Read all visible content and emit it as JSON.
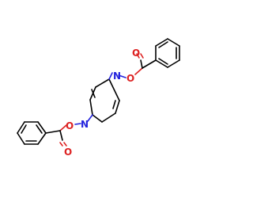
{
  "molecule": {
    "atoms": {
      "n_top": "N",
      "o_top_ester": "O",
      "o_top_carbonyl": "O",
      "n_bottom": "N",
      "o_bottom_ester": "O",
      "o_bottom_carbonyl": "O"
    },
    "colors": {
      "nitrogen": "#2222dd",
      "oxygen": "#dd2222",
      "carbon_bond": "#000000"
    }
  }
}
